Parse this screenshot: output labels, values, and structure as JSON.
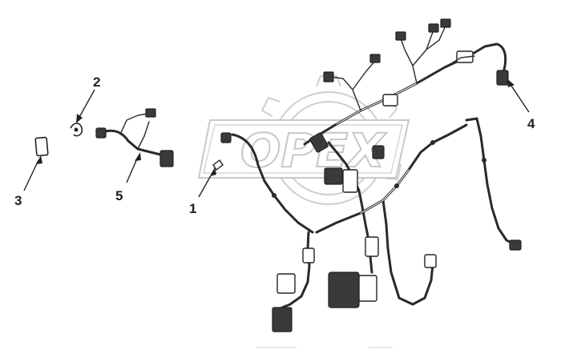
{
  "diagram": {
    "watermark_text": "OPEX",
    "callouts": [
      {
        "id": "callout-1",
        "label": "1"
      },
      {
        "id": "callout-2",
        "label": "2"
      },
      {
        "id": "callout-3",
        "label": "3"
      },
      {
        "id": "callout-4",
        "label": "4"
      },
      {
        "id": "callout-5",
        "label": "5"
      }
    ],
    "colors": {
      "line": "#2a2a2a",
      "watermark": "#c8c8c8",
      "background": "#ffffff"
    }
  }
}
